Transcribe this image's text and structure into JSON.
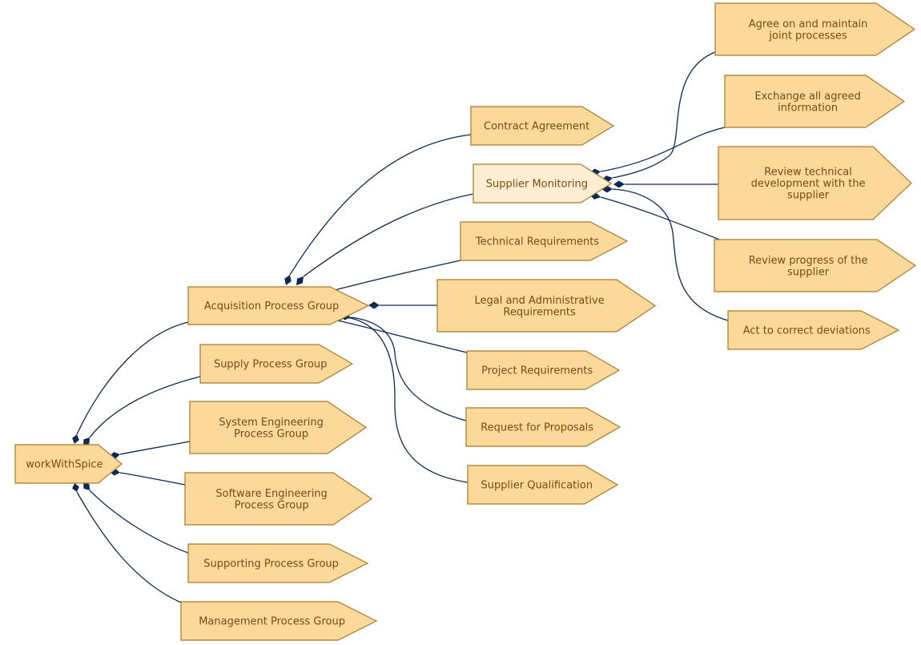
{
  "colors": {
    "node_fill": "#fbd99a",
    "node_fill_selected": "#fdeed3",
    "node_stroke": "#a87a2a",
    "text": "#7a4b0c",
    "edge": "#0d2a52"
  },
  "nodes": {
    "root": {
      "lines": [
        "workWithSpice"
      ]
    },
    "acq": {
      "lines": [
        "Acquisition Process Group"
      ]
    },
    "supply": {
      "lines": [
        "Supply Process Group"
      ]
    },
    "syseng": {
      "lines": [
        "System Engineering",
        "Process Group"
      ]
    },
    "sweng": {
      "lines": [
        "Software Engineering",
        "Process Group"
      ]
    },
    "support": {
      "lines": [
        "Supporting Process Group"
      ]
    },
    "mgmt": {
      "lines": [
        "Management Process Group"
      ]
    },
    "contract": {
      "lines": [
        "Contract Agreement"
      ]
    },
    "supmon": {
      "lines": [
        "Supplier Monitoring"
      ],
      "selected": true
    },
    "techreq": {
      "lines": [
        "Technical Requirements"
      ]
    },
    "legal": {
      "lines": [
        "Legal and Administrative",
        "Requirements"
      ]
    },
    "projreq": {
      "lines": [
        "Project Requirements"
      ]
    },
    "rfp": {
      "lines": [
        "Request for Proposals"
      ]
    },
    "supqual": {
      "lines": [
        "Supplier Qualification"
      ]
    },
    "agree": {
      "lines": [
        "Agree on and maintain",
        "joint processes"
      ]
    },
    "exchange": {
      "lines": [
        "Exchange all agreed",
        "information"
      ]
    },
    "review_tech": {
      "lines": [
        "Review technical",
        "development with the",
        "supplier"
      ]
    },
    "review_prog": {
      "lines": [
        "Review progress of the",
        "supplier"
      ]
    },
    "act": {
      "lines": [
        "Act to correct deviations"
      ]
    }
  },
  "edges": [
    {
      "from": "root",
      "to": "acq"
    },
    {
      "from": "root",
      "to": "supply"
    },
    {
      "from": "root",
      "to": "syseng"
    },
    {
      "from": "root",
      "to": "sweng"
    },
    {
      "from": "root",
      "to": "support"
    },
    {
      "from": "root",
      "to": "mgmt"
    },
    {
      "from": "acq",
      "to": "contract"
    },
    {
      "from": "acq",
      "to": "supmon"
    },
    {
      "from": "acq",
      "to": "techreq"
    },
    {
      "from": "acq",
      "to": "legal"
    },
    {
      "from": "acq",
      "to": "projreq"
    },
    {
      "from": "acq",
      "to": "rfp"
    },
    {
      "from": "acq",
      "to": "supqual"
    },
    {
      "from": "supmon",
      "to": "agree"
    },
    {
      "from": "supmon",
      "to": "exchange"
    },
    {
      "from": "supmon",
      "to": "review_tech"
    },
    {
      "from": "supmon",
      "to": "review_prog"
    },
    {
      "from": "supmon",
      "to": "act"
    }
  ]
}
